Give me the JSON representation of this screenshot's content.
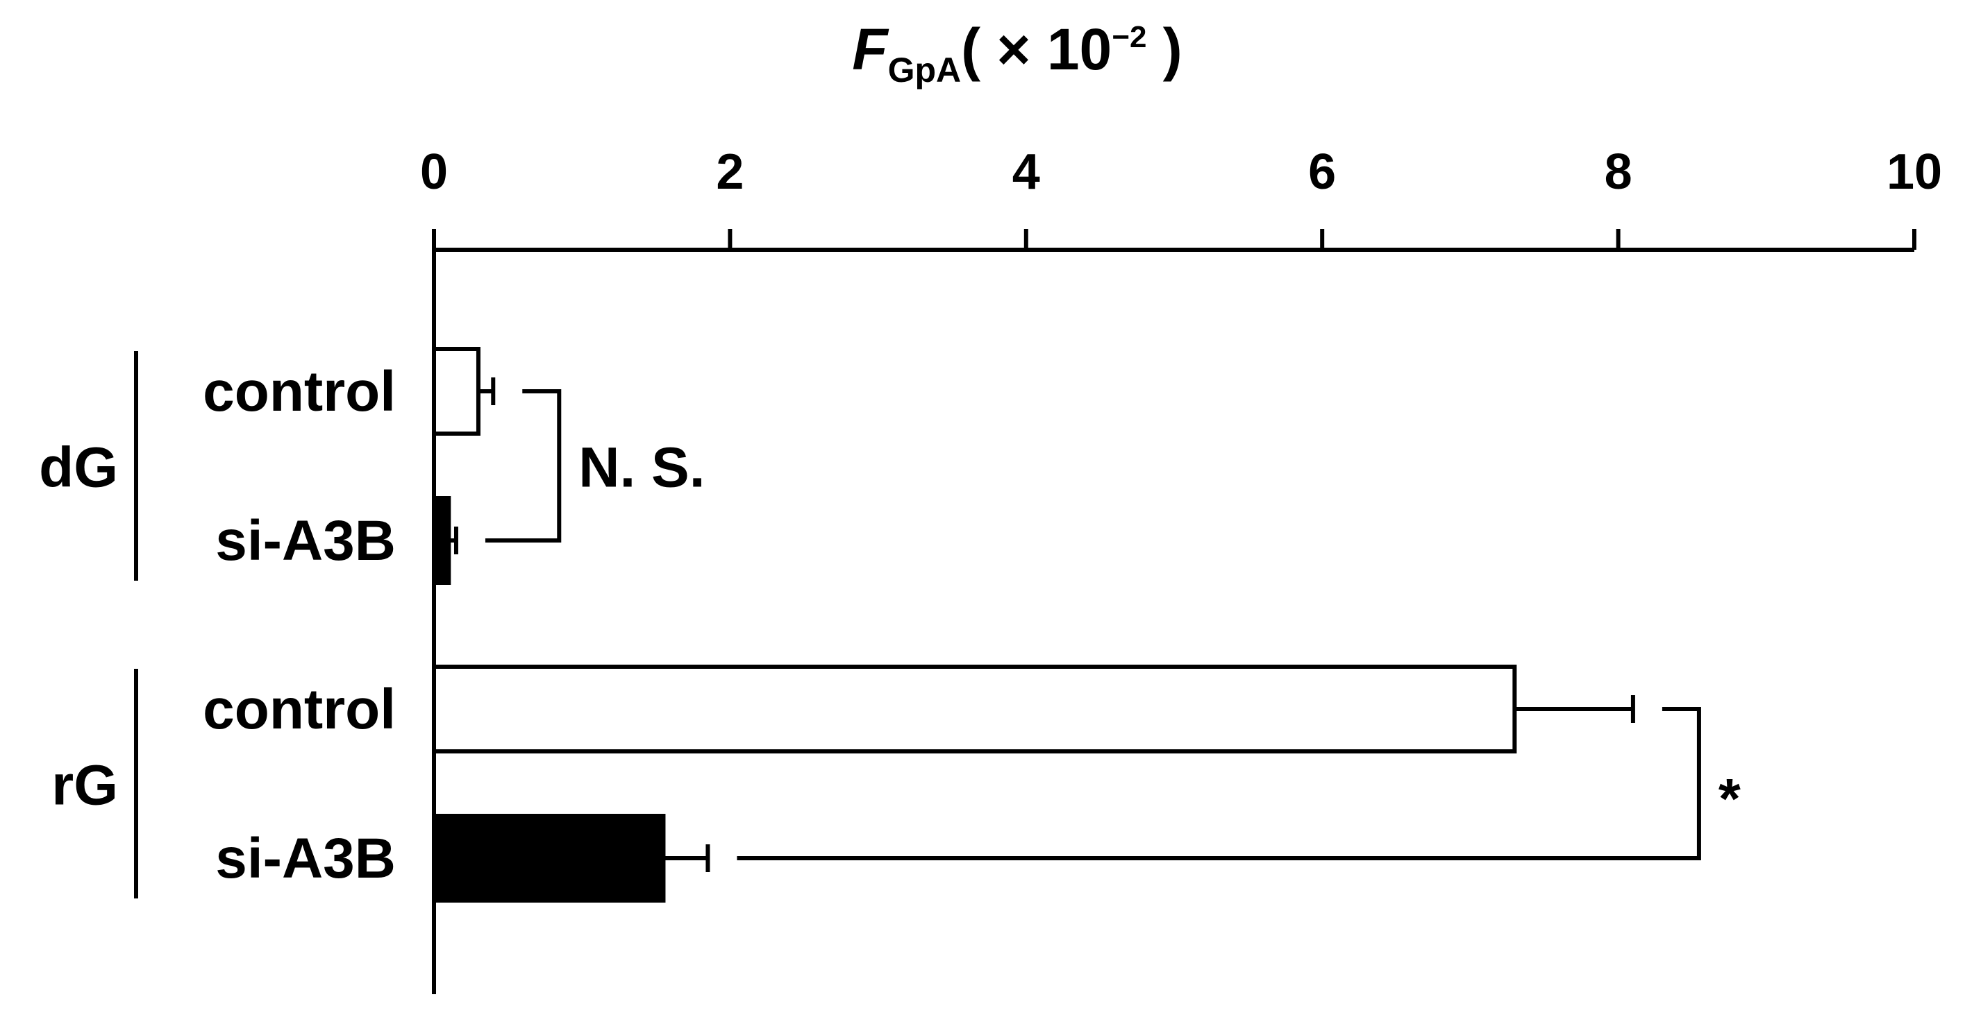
{
  "chart_data": {
    "type": "bar",
    "orientation": "horizontal",
    "x_axis": {
      "title": {
        "main": "F",
        "subscript": "GpA",
        "prefix": "( × 10",
        "superscript": "−2",
        "suffix": " )"
      },
      "range": [
        0,
        10
      ],
      "ticks": [
        0,
        2,
        4,
        6,
        8,
        10
      ],
      "tick_labels": [
        "0",
        "2",
        "4",
        "6",
        "8",
        "10"
      ],
      "position": "top"
    },
    "grid": false,
    "groups": [
      {
        "label": "dG",
        "bars": [
          {
            "label": "control",
            "value": 0.3,
            "error": 0.1,
            "fill": "white"
          },
          {
            "label": "si-A3B",
            "value": 0.1,
            "error": 0.05,
            "fill": "black"
          }
        ],
        "significance": "N. S."
      },
      {
        "label": "rG",
        "bars": [
          {
            "label": "control",
            "value": 7.3,
            "error": 0.8,
            "fill": "white"
          },
          {
            "label": "si-A3B",
            "value": 1.55,
            "error": 0.3,
            "fill": "black"
          }
        ],
        "significance": "*"
      }
    ],
    "colors": {
      "open_bar": "#ffffff",
      "solid_bar": "#000000",
      "stroke": "#000000"
    }
  }
}
